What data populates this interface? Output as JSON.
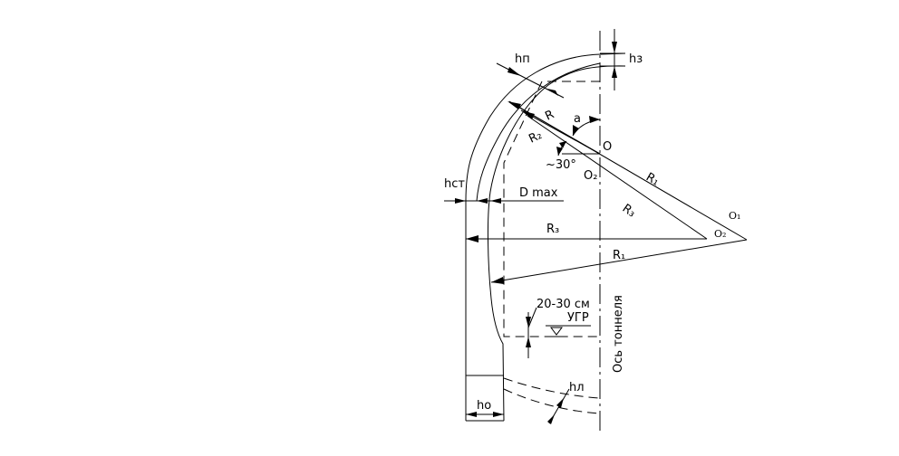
{
  "labels": {
    "h_vault": "hп",
    "h_ballast": "hз",
    "h_wall": "hст",
    "d_max": "D max",
    "radius": "R",
    "radius_2": "R₂",
    "radius_1_upper": "R₁",
    "radius_3_diag": "R₃",
    "radius_3_horiz": "R₃",
    "radius_1_lower": "R₁",
    "angle_a": "a",
    "angle_30": "~30°",
    "center_o": "O",
    "center_o2": "O₂",
    "point_o1": "O₁",
    "point_o2": "O₂",
    "clearance": "20-30 см",
    "groundwater": "УГР",
    "tunnel_axis": "Ось тоннеля",
    "h_invert": "hл",
    "h_footing": "hо"
  }
}
